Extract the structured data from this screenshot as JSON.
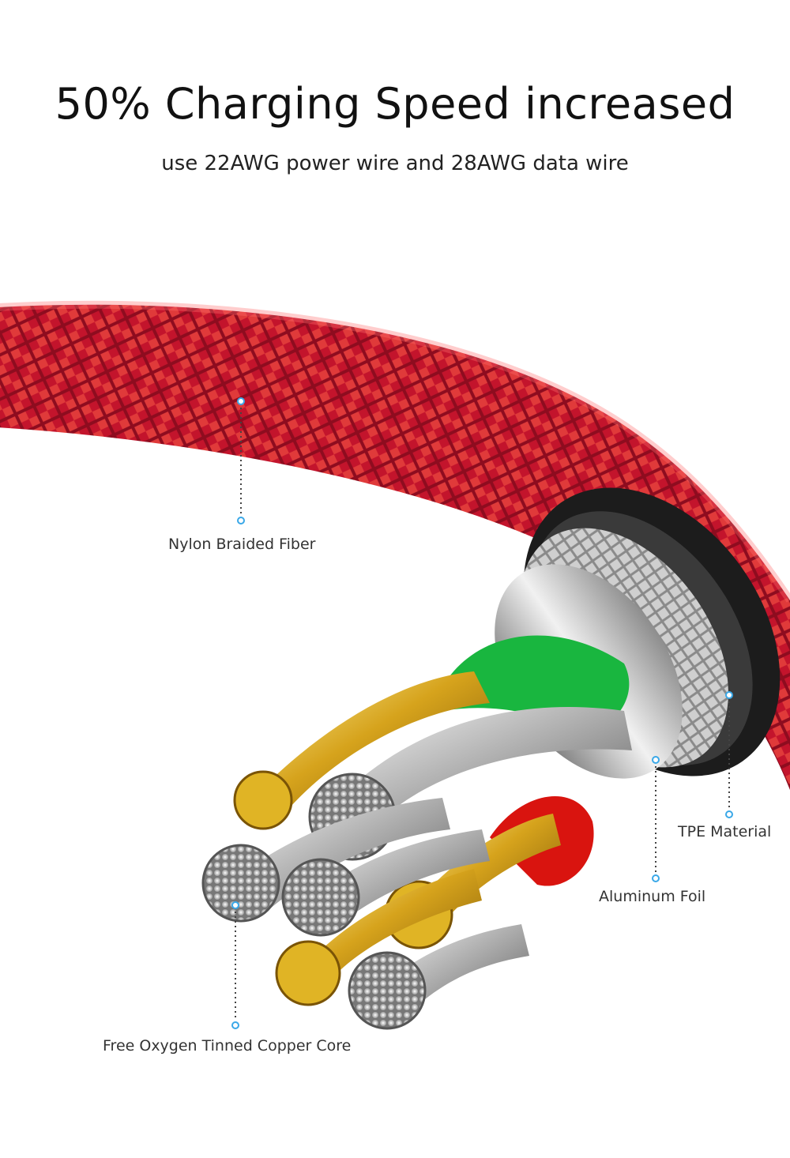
{
  "header": {
    "title": "50% Charging Speed increased",
    "subtitle": "use 22AWG power wire and 28AWG data wire"
  },
  "callouts": {
    "nylon": "Nylon Braided Fiber",
    "tpe": "TPE Material",
    "aluminum": "Aluminum Foil",
    "core": "Free Oxygen Tinned Copper Core"
  },
  "colors": {
    "braid_red": "#c8102e",
    "gold": "#d4a21a",
    "green": "#16b23c",
    "accent_dot": "#3aa8e8"
  }
}
